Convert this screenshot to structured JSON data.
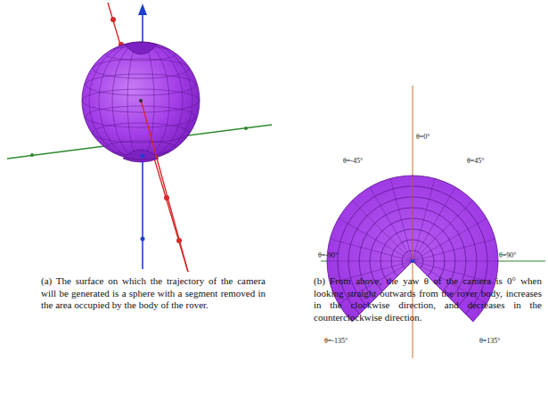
{
  "diagram": {
    "labels": [
      "θ=0°",
      "θ=-45°",
      "θ=45°",
      "θ=-90°",
      "θ=90°",
      "θ=-135°",
      "θ=135°",
      "(a) The surface on which the trajectory of the camera will be generated is a sphere with a segment removed in the area occupied by the body of the rover.",
      "(b) From above, the yaw θ of the camera is 0° when looking straight outwards from the rover body, increases in the clockwise direction, and decreases in the counterclockwise direction."
    ]
  }
}
